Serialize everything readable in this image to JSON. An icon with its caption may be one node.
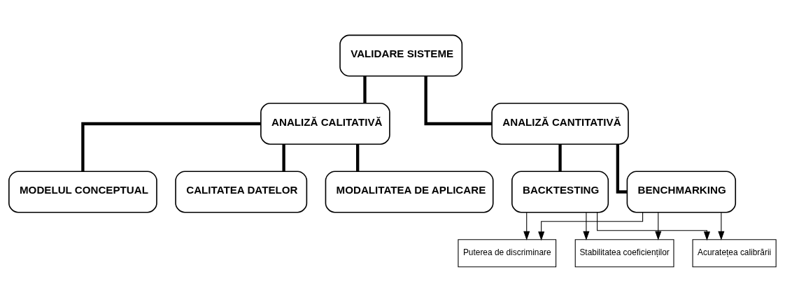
{
  "diagram": {
    "nodes": [
      {
        "text": [
          "VALIDARE SISTEME"
        ]
      },
      {
        "text": [
          "ANALIZĂ CALITATIVĂ"
        ]
      },
      {
        "text": [
          "ANALIZĂ CANTITATIVĂ"
        ]
      },
      {
        "text": [
          "MODELUL CONCEPTUAL"
        ]
      },
      {
        "text": [
          "CALITATEA DATELOR"
        ]
      },
      {
        "text": [
          "MODALITATEA DE APLICARE"
        ]
      },
      {
        "text": [
          "BACKTESTING"
        ]
      },
      {
        "text": [
          "BENCHMARKING"
        ]
      },
      {
        "text": [
          "Puterea de discriminare"
        ]
      },
      {
        "text": [
          "Stabilitatea coeficienților"
        ]
      },
      {
        "text": [
          "Acuratețea calibrării"
        ]
      }
    ],
    "edges": [
      {
        "from": 0,
        "to": 1,
        "arrow": "none"
      },
      {
        "from": 0,
        "to": 2,
        "arrow": "none"
      },
      {
        "from": 1,
        "to": 3,
        "arrow": "none"
      },
      {
        "from": 1,
        "to": 4,
        "arrow": "none"
      },
      {
        "from": 1,
        "to": 5,
        "arrow": "none"
      },
      {
        "from": 2,
        "to": 6,
        "arrow": "none"
      },
      {
        "from": 2,
        "to": 7,
        "arrow": "none"
      },
      {
        "from": 6,
        "to": 8,
        "arrow": "to"
      },
      {
        "from": 6,
        "to": 9,
        "arrow": "to"
      },
      {
        "from": 6,
        "to": 10,
        "arrow": "to"
      },
      {
        "from": 7,
        "to": 8,
        "arrow": "to"
      },
      {
        "from": 7,
        "to": 9,
        "arrow": "to"
      },
      {
        "from": 7,
        "to": 10,
        "arrow": "to"
      }
    ]
  }
}
